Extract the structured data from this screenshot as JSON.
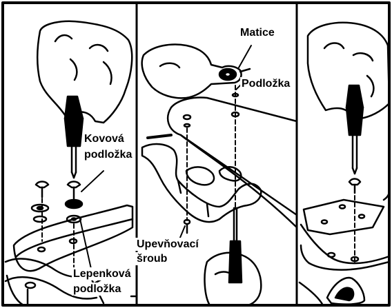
{
  "labels": {
    "matice": "Matice",
    "podlozka_top": "Podložka",
    "kovova_line1": "Kovová",
    "kovova_line2": "podložka",
    "upevnovaci_line1": "Upevňovací",
    "upevnovaci_line2": "šroub",
    "lepenkova_line1": "Lepenková",
    "lepenkova_line2": "podložka"
  },
  "colors": {
    "ink": "#000000",
    "paper": "#ffffff"
  }
}
